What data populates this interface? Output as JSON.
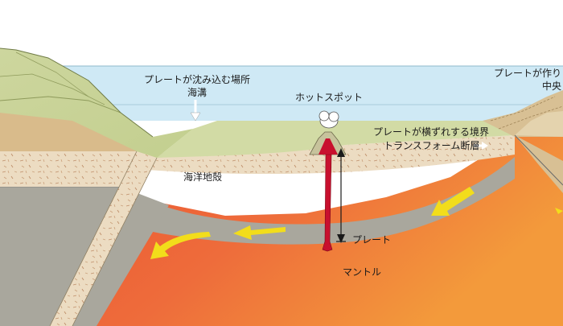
{
  "labels": {
    "subduction_zone": "プレートが沈み込む場所",
    "trench": "海溝",
    "hotspot": "ホットスポット",
    "transform_boundary": "プレートが横ずれする境界",
    "transform_fault": "トランスフォーム断層",
    "ridge_top": "プレートが作り",
    "ridge_bottom": "中央",
    "oceanic_crust": "海洋地殻",
    "plate": "プレート",
    "mantle": "マントル"
  },
  "colors": {
    "ocean": "#cde8f4",
    "land_green": "#c9d59a",
    "land_tan": "#d7b98a",
    "crust": "#ecdcc2",
    "plate_gray": "#a7a59b",
    "mantle_orange": "#ec6a3a",
    "mantle_red": "#d33a22",
    "arrow_yellow": "#f2dd1b",
    "magma": "#c8102e"
  }
}
